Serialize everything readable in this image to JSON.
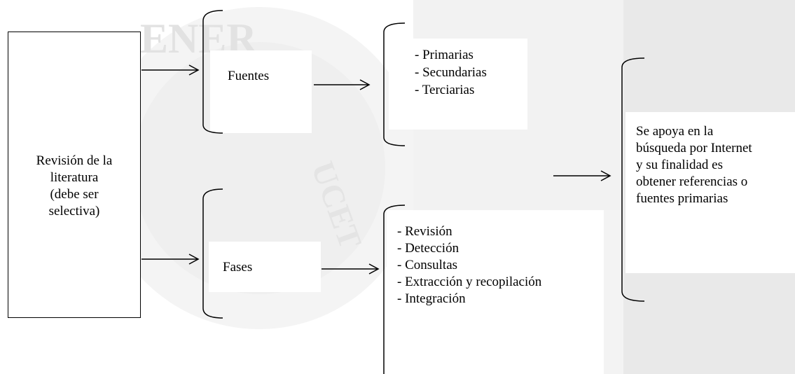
{
  "root": {
    "lines": [
      "Revisión de la",
      "literatura",
      "(debe ser",
      "selectiva)"
    ]
  },
  "fuentes": {
    "label": "Fuentes"
  },
  "fases": {
    "label": "Fases"
  },
  "fuentes_list": [
    "- Primarias",
    "- Secundarias",
    "- Terciarias"
  ],
  "fases_list": [
    "- Revisión",
    "- Detección",
    "- Consultas",
    "- Extracción y recopilación",
    "- Integración"
  ],
  "summary": {
    "lines": [
      "Se apoya en la",
      "búsqueda por Internet",
      "y su finalidad es",
      "obtener referencias o",
      "fuentes primarias"
    ]
  }
}
